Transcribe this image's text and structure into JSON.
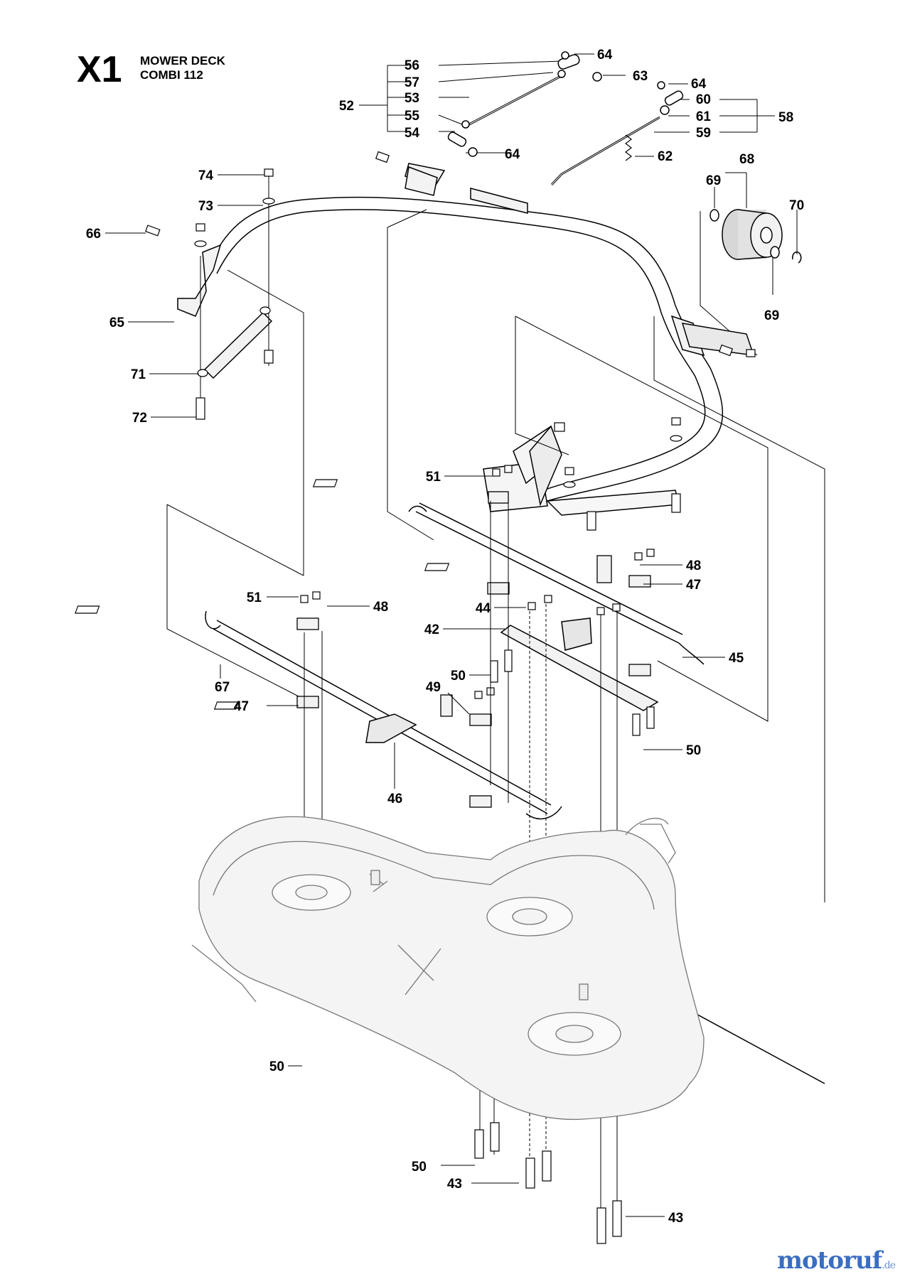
{
  "header": {
    "code": "X1",
    "title_line1": "MOWER DECK",
    "title_line2": "COMBI 112"
  },
  "watermark": {
    "brand": "motoruf",
    "tld": ".de"
  },
  "callouts": [
    "64",
    "56",
    "63",
    "57",
    "64",
    "52",
    "53",
    "60",
    "55",
    "61",
    "58",
    "54",
    "59",
    "64",
    "62",
    "68",
    "74",
    "69",
    "70",
    "73",
    "66",
    "69",
    "65",
    "71",
    "72",
    "51",
    "48",
    "47",
    "51",
    "48",
    "44",
    "42",
    "45",
    "67",
    "50",
    "49",
    "47",
    "50",
    "46",
    "50",
    "50",
    "43",
    "43"
  ]
}
